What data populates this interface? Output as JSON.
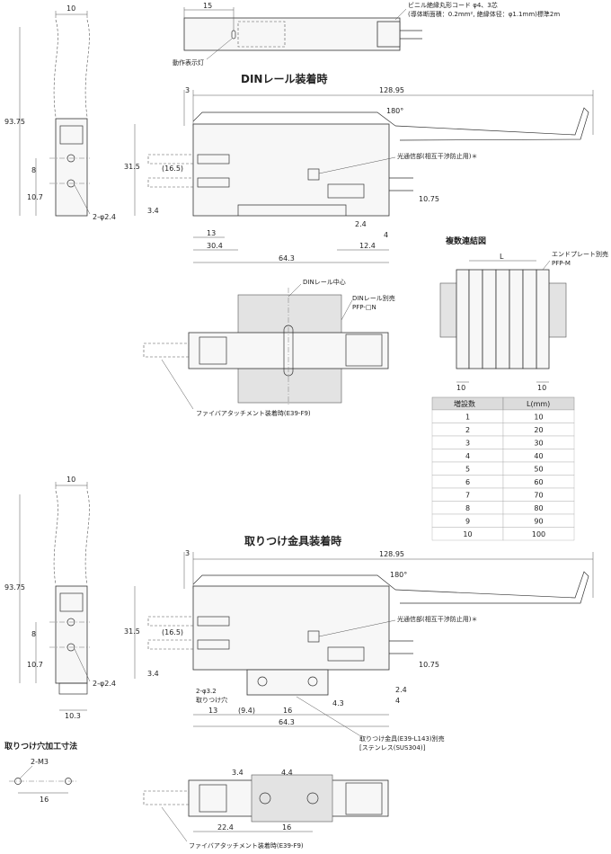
{
  "top": {
    "dim_width": "10",
    "dim_15": "15",
    "cable_note_1": "ビニル絶縁丸形コード φ4、3芯",
    "cable_note_2": "(導体断面積：0.2mm², 絶縁体径：φ1.1mm)標準2m",
    "indicator_label": "動作表示灯"
  },
  "din": {
    "heading": "DINレール装着時",
    "d_3": "3",
    "d_128_95": "128.95",
    "d_180": "180°",
    "d_31_5": "31.5",
    "d_16_5": "(16.5)",
    "d_10_75": "10.75",
    "d_3_4": "3.4",
    "d_2_4": "2.4",
    "d_4": "4",
    "d_13": "13",
    "d_30_4": "30.4",
    "d_12_4": "12.4",
    "d_64_3": "64.3",
    "optical_label": "光通信部(相互干渉防止用)＊",
    "side_93_75": "93.75",
    "side_8": "8",
    "side_10_7": "10.7",
    "side_hole": "2-φ2.4",
    "rail_center": "DINレール中心",
    "rail_sold_1": "DINレール別売",
    "rail_sold_2": "PFP-□N",
    "fiber_attach": "ファイバアタッチメント装着時(E39-F9)"
  },
  "multi": {
    "heading": "複数連結図",
    "l_label": "L",
    "endplate_1": "エンドプレート別売",
    "endplate_2": "PFP-M",
    "d_10_left": "10",
    "d_10_right": "10",
    "table": {
      "headers": [
        "増設数",
        "L(mm)"
      ],
      "rows": [
        [
          "1",
          "10"
        ],
        [
          "2",
          "20"
        ],
        [
          "3",
          "30"
        ],
        [
          "4",
          "40"
        ],
        [
          "5",
          "50"
        ],
        [
          "6",
          "60"
        ],
        [
          "7",
          "70"
        ],
        [
          "8",
          "80"
        ],
        [
          "9",
          "90"
        ],
        [
          "10",
          "100"
        ]
      ]
    }
  },
  "mount": {
    "heading": "取りつけ金具装着時",
    "d_3": "3",
    "d_128_95": "128.95",
    "d_180": "180°",
    "d_31_5": "31.5",
    "d_16_5": "(16.5)",
    "d_10_75": "10.75",
    "d_3_4": "3.4",
    "d_2_4": "2.4",
    "d_4": "4",
    "d_4_3": "4.3",
    "d_13": "13",
    "d_9_4": "(9.4)",
    "d_16": "16",
    "d_64_3": "64.3",
    "hole_1": "2-φ3.2",
    "hole_2": "取りつけ穴",
    "optical_label": "光通信部(相互干渉防止用)＊",
    "bracket_1": "取りつけ金具(E39-L143)別売",
    "bracket_2": "[ステンレス(SUS304)]",
    "side_width": "10",
    "side_93_75": "93.75",
    "side_8": "8",
    "side_10_7": "10.7",
    "side_hole": "2-φ2.4",
    "side_10_3": "10.3",
    "bottom_3_4": "3.4",
    "bottom_4_4": "4.4",
    "bottom_22_4": "22.4",
    "bottom_16": "16",
    "fiber_attach": "ファイバアタッチメント装着時(E39-F9)"
  },
  "hole_pattern": {
    "heading": "取りつけ穴加工寸法",
    "label_m3": "2-M3",
    "dim_16": "16"
  }
}
